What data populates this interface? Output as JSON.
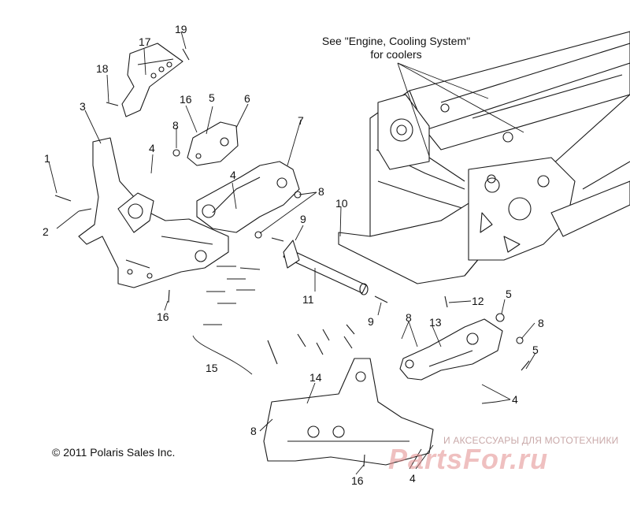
{
  "note": {
    "line1": "See \"Engine, Cooling System\"",
    "line2": "for coolers"
  },
  "copyright": "© 2011 Polaris Sales Inc.",
  "watermark": {
    "text": "И АКСЕССУАРЫ ДЛЯ МОТОТЕХНИКИ",
    "logo": "PartsFor.ru"
  },
  "callouts": {
    "c1": "1",
    "c2": "2",
    "c3": "3",
    "c4a": "4",
    "c4b": "4",
    "c4c": "4",
    "c4d": "4",
    "c5a": "5",
    "c5b": "5",
    "c5c": "5",
    "c6": "6",
    "c7": "7",
    "c8a": "8",
    "c8b": "8",
    "c8c": "8",
    "c8d": "8",
    "c8e": "8",
    "c9a": "9",
    "c9b": "9",
    "c10": "10",
    "c11": "11",
    "c12": "12",
    "c13": "13",
    "c14": "14",
    "c15": "15",
    "c16a": "16",
    "c16b": "16",
    "c16c": "16",
    "c17": "17",
    "c18": "18",
    "c19": "19"
  },
  "colors": {
    "line": "#1a1a1a",
    "part_fill": "#ffffff",
    "shade": "#d9d9d9"
  }
}
